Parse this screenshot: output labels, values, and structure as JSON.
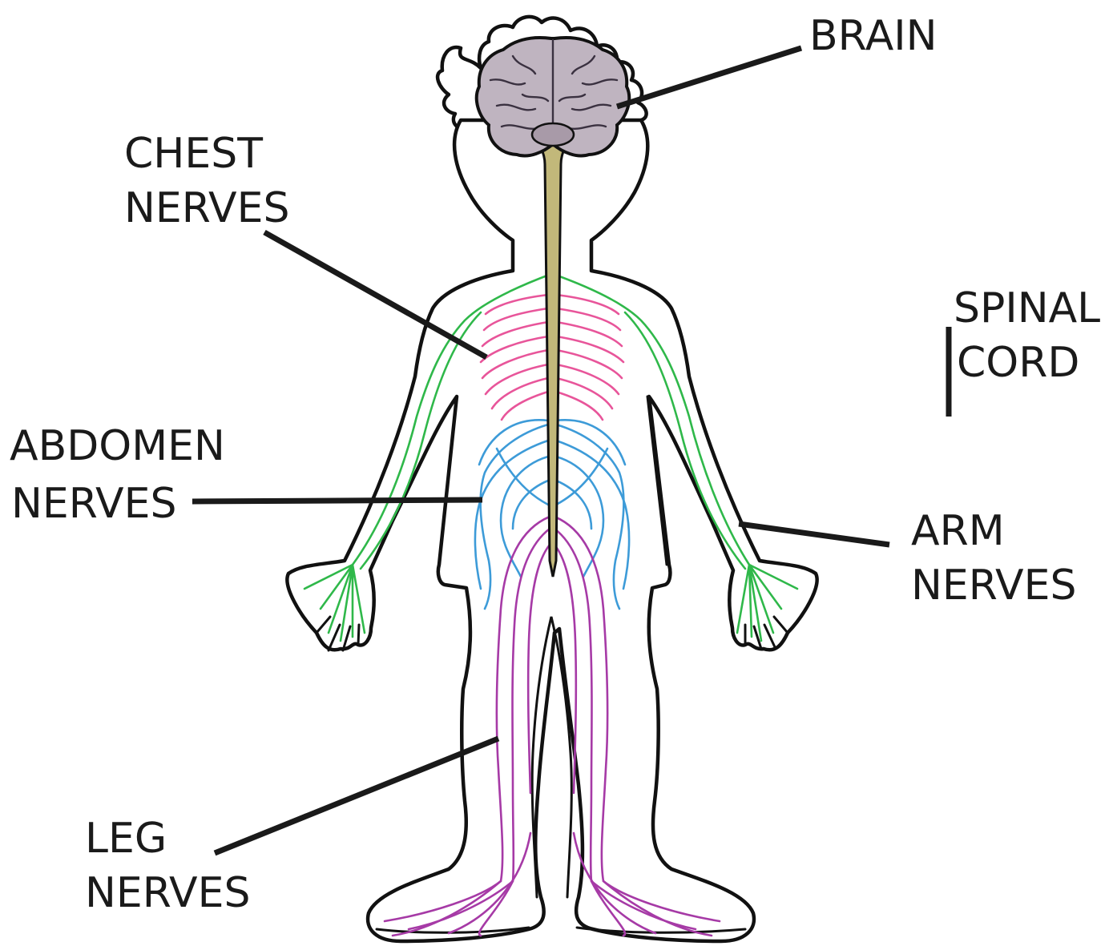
{
  "labels": {
    "brain": [
      "BRAIN"
    ],
    "chest_nerves": [
      "CHEST",
      "NERVES"
    ],
    "spinal_cord": [
      "SPINAL",
      "CORD"
    ],
    "abdomen_nerves": [
      "ABDOMEN",
      "NERVES"
    ],
    "arm_nerves": [
      "ARM",
      "NERVES"
    ],
    "leg_nerves": [
      "LEG",
      "NERVES"
    ]
  },
  "colors": {
    "chest_nerves": "#e8559a",
    "abdomen_nerves": "#3d9bd8",
    "arm_nerves": "#2fb84a",
    "leg_nerves": "#a63aa6",
    "spinal_cord": "#c2b87a",
    "brain": "#bfb4c0",
    "outline": "#111111"
  }
}
